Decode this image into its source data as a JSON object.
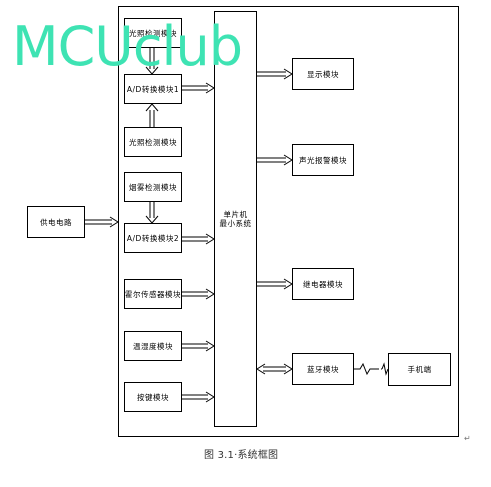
{
  "watermark": "MCUclub",
  "caption": "图 3.1·系统框图",
  "pilcrow": "↵",
  "blocks": {
    "power": "供电电路",
    "top_detect": "光照检测模块",
    "ad1": "A/D转换模块1",
    "light": "光照检测模块",
    "smoke": "烟雾检测模块",
    "ad2": "A/D转换模块2",
    "hall": "霍尔传感器模块",
    "temp_hum": "温湿度模块",
    "keys": "按键模块",
    "mcu_line1": "单片机",
    "mcu_line2": "最小系统",
    "display": "显示模块",
    "alarm": "声光报警模块",
    "relay": "继电器模块",
    "bluetooth": "蓝牙模块",
    "phone": "手机端"
  }
}
